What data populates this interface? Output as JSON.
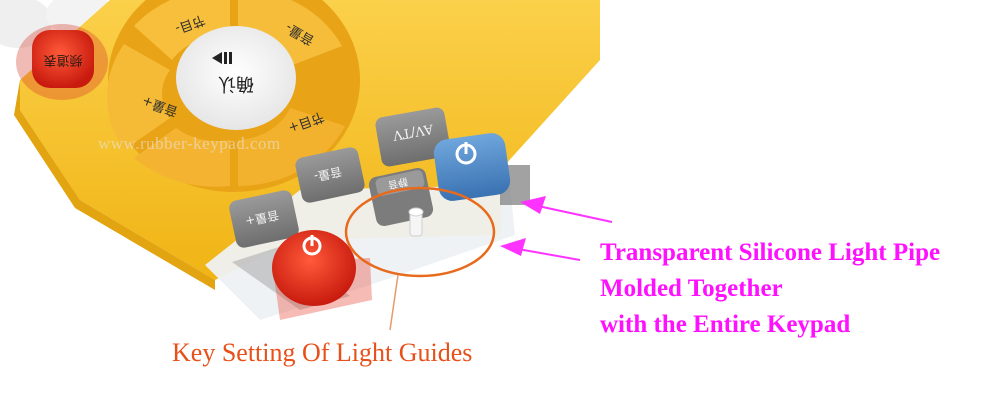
{
  "watermark": "www.rubber-keypad.com",
  "labels": {
    "light_pipe": [
      "Transparent Silicone Light Pipe",
      "Molded Together",
      "with the Entire Keypad"
    ],
    "light_guides": "Key Setting Of Light Guides"
  },
  "keys": {
    "center": "确认",
    "top": "节目-",
    "left": "音量+",
    "right": "音量-",
    "bottom": "节目+",
    "grey_vol_up": "音量+",
    "grey_vol_down": "音量-",
    "grey_small": "静音",
    "grey_av": "AV/TV",
    "red_top": "频道表"
  },
  "colors": {
    "label_magenta": "#ff10ff",
    "label_orange": "#e8501a",
    "ellipse": "#e86a1c",
    "arrow": "#ff33ff",
    "keypad_yellow": "#f8c21e",
    "key_orange": "#f3b53c",
    "key_grey": "#8a8a8a",
    "key_red": "#e52b17",
    "key_blue": "#4d89c8",
    "watermark": "#e7e7e7"
  },
  "icons": [
    "power-icon",
    "play-pause-icon",
    "arrow-icon"
  ]
}
